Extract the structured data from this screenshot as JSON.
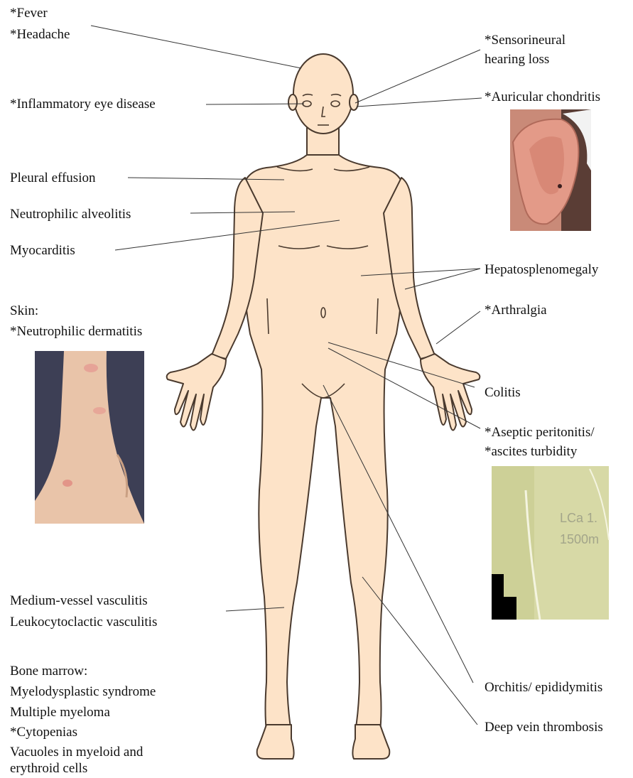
{
  "labels": {
    "fever": "*Fever",
    "headache": "*Headache",
    "eye": "*Inflammatory eye disease",
    "pleural": "Pleural effusion",
    "alveolitis": "Neutrophilic alveolitis",
    "myocarditis": "Myocarditis",
    "skin_heading": "Skin:",
    "skin_dermatitis": "*Neutrophilic dermatitis",
    "vasculitis_medium": "Medium-vessel vasculitis",
    "vasculitis_leuko": "Leukocytoclactic vasculitis",
    "bone_marrow": [
      "Bone marrow:",
      "Myelodysplastic syndrome",
      "Multiple myeloma",
      "*Cytopenias",
      "Vacuoles in myeloid and",
      "erythroid cells"
    ],
    "hearing": [
      "*Sensorineural",
      "hearing loss"
    ],
    "auricular": "*Auricular chondritis",
    "hepato": "Hepatosplenomegaly",
    "arthralgia": "*Arthralgia",
    "colitis": "Colitis",
    "peritonitis": [
      "*Aseptic peritonitis/",
      "*ascites turbidity"
    ],
    "orchitis": "Orchitis/ epididymitis",
    "dvt": "Deep vein thrombosis"
  },
  "bag_text": [
    "LCa 1.",
    "1500m"
  ],
  "colors": {
    "skin": "#fde3c8",
    "outline": "#4a3a2e",
    "ear_photo_bg": "#c98a78",
    "arm_photo_bg": "#3d3f55",
    "fluid_photo_bg": "#d7d9a6"
  }
}
